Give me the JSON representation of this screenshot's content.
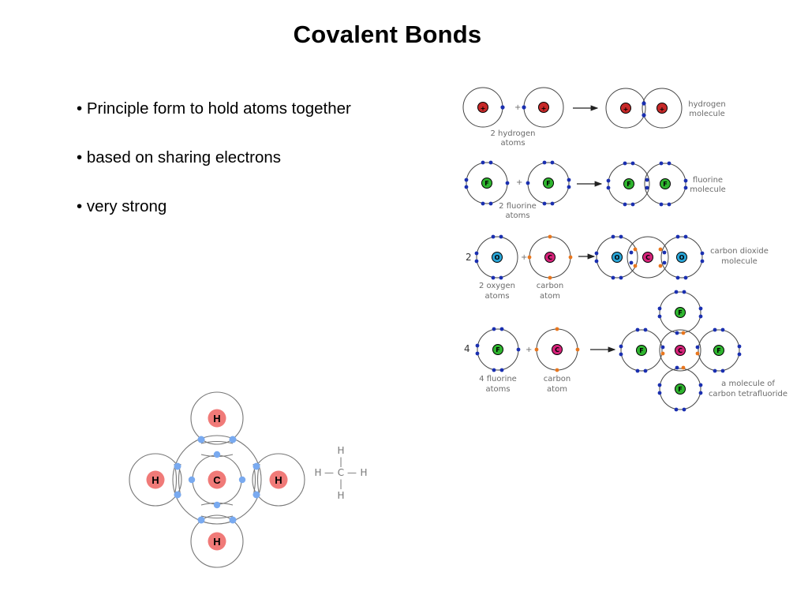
{
  "slide": {
    "title": "Covalent Bonds",
    "bullets": [
      "• Principle form to hold atoms together",
      "•  based on sharing electrons",
      "• very strong"
    ]
  },
  "diagram": {
    "hydrogen": {
      "reactant_label": [
        "2 hydrogen",
        "atoms"
      ],
      "product_label": [
        "hydrogen",
        "molecule"
      ]
    },
    "fluorine": {
      "reactant_label": [
        "2 fluorine",
        "atoms"
      ],
      "product_label": [
        "fluorine",
        "molecule"
      ]
    },
    "carbon_dioxide": {
      "coefficient": "2",
      "oxygen_label": [
        "2 oxygen",
        "atoms"
      ],
      "carbon_label": [
        "carbon",
        "atom"
      ],
      "product_label": [
        "carbon dioxide",
        "molecule"
      ]
    },
    "carbon_tetrafluoride": {
      "coefficient": "4",
      "fluorine_label": [
        "4 fluorine",
        "atoms"
      ],
      "carbon_label": [
        "carbon",
        "atom"
      ],
      "product_label": [
        "a molecule of",
        "carbon tetrafluoride"
      ]
    },
    "plus": "+",
    "symbols": {
      "hydrogen": "+",
      "fluorine": "F",
      "oxygen": "O",
      "carbon": "C"
    }
  },
  "methane": {
    "hydrogen_symbol": "H",
    "carbon_symbol": "C",
    "structural": {
      "top": "H",
      "left": "H",
      "center": "C",
      "right": "H",
      "bottom": "H",
      "bond": "—",
      "vbond": "|"
    }
  },
  "colors": {
    "electron": "#1a2fb0",
    "carbon_valence": "#e8761e",
    "hydrogen_nucleus": "#c62828",
    "fluorine_nucleus": "#2fb52f",
    "oxygen_nucleus": "#2aa6d8",
    "carbon_nucleus": "#d6237a",
    "methane_atom": "#f07a78",
    "methane_electron": "#79aaf0"
  }
}
